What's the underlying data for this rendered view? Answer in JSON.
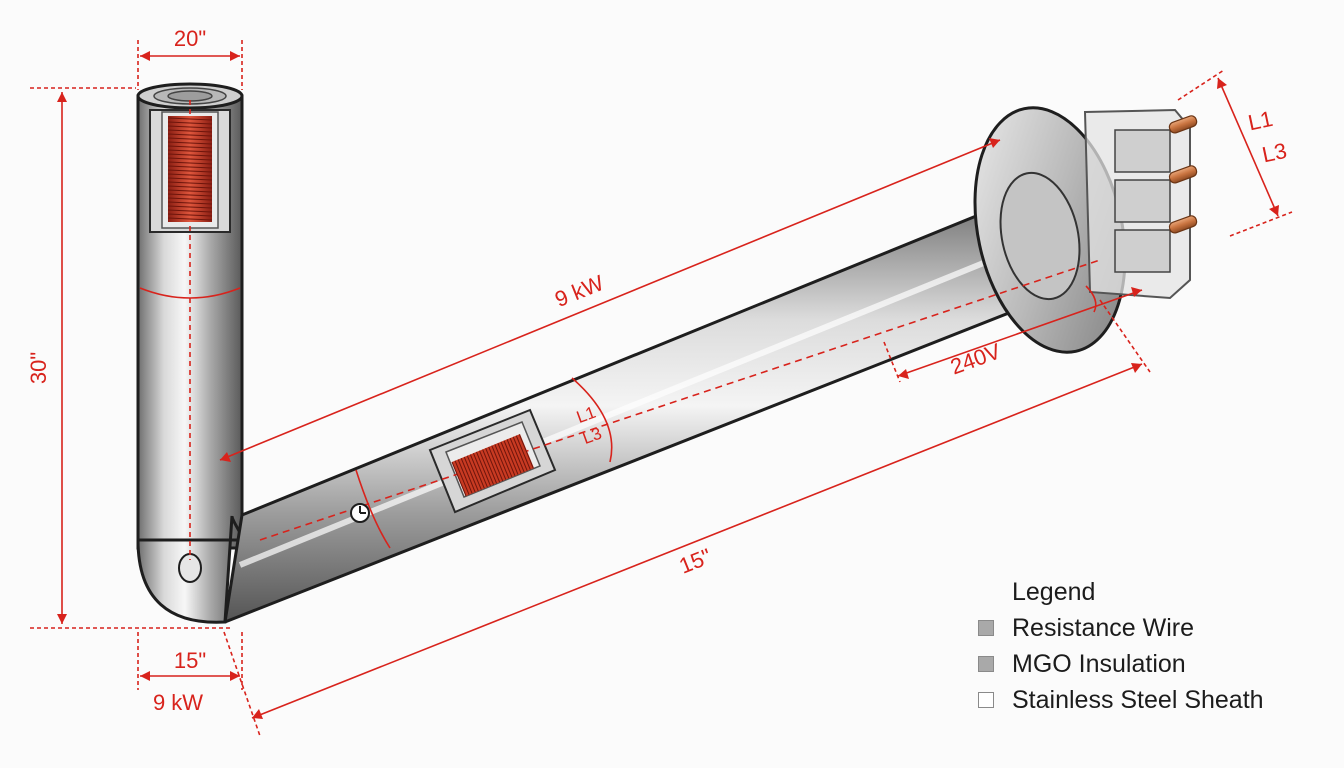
{
  "dimensions": {
    "top_width": "20\"",
    "left_height": "30\"",
    "bottom_width": "15\"",
    "bottom_power": "9 kW",
    "long_power": "9 kW",
    "long_length": "15\"",
    "voltage": "240V",
    "phase_l1": "L1",
    "phase_l3": "L3",
    "mid_l1": "L1",
    "mid_l3": "L3"
  },
  "legend": {
    "title": "Legend",
    "items": [
      {
        "label": "Resistance Wire",
        "color": "#a9a9a9"
      },
      {
        "label": "MGO Insulation",
        "color": "#a9a9a9"
      },
      {
        "label": "Stainless Steel Sheath",
        "color": "#ffffff"
      }
    ]
  },
  "colors": {
    "dimension_red": "#d8231c",
    "coil_red": "#c83a22",
    "copper": "#c8733f"
  }
}
